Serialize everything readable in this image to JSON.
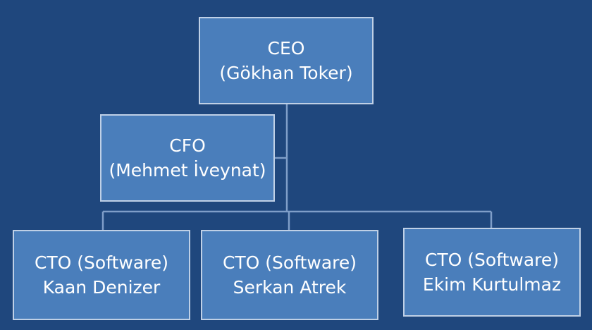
{
  "colors": {
    "background": "#1f477d",
    "box_fill": "#4a7ebb",
    "box_border": "#bfd0e6",
    "connector": "#7f9ec8",
    "text": "#ffffff"
  },
  "org": {
    "ceo": {
      "title": "CEO",
      "name": "(Gökhan Toker)"
    },
    "cfo": {
      "title": "CFO",
      "name": "(Mehmet İveynat)"
    },
    "ctos": [
      {
        "title": "CTO (Software)",
        "name": "Kaan Denizer"
      },
      {
        "title": "CTO (Software)",
        "name": "Serkan Atrek"
      },
      {
        "title": "CTO (Software)",
        "name": "Ekim Kurtulmaz"
      }
    ]
  }
}
